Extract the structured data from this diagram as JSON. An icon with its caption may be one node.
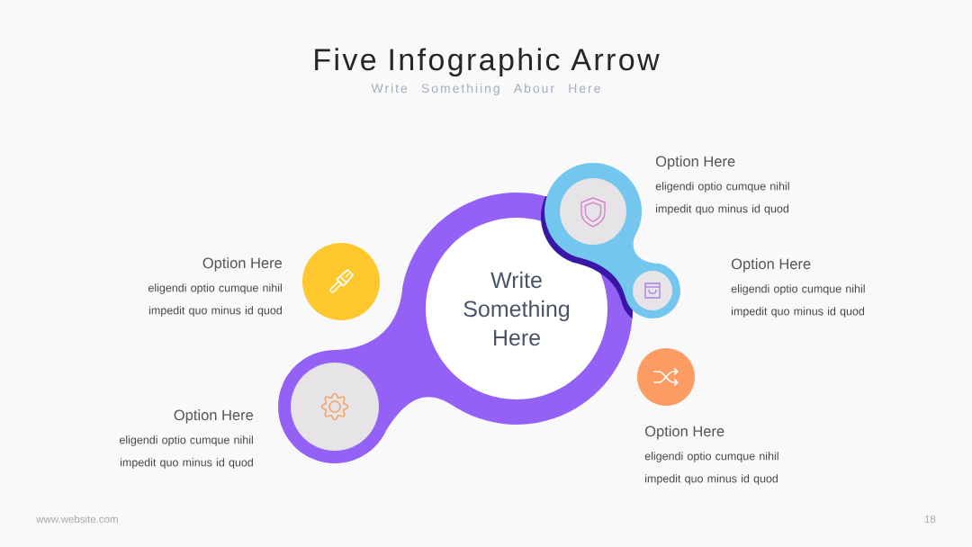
{
  "diagram": {
    "title": "Five Infographic Arrow",
    "nodes": [
      {
        "text": [
          "Write Something Here"
        ]
      },
      {
        "text": [],
        "shape": "circle",
        "beside": [
          "Option Here",
          "eligendi optio cumque nihil impedit quo minus id quod"
        ]
      },
      {
        "text": [],
        "shape": "circle",
        "beside": [
          "Option Here",
          "eligendi optio cumque nihil impedit quo minus id quod"
        ]
      },
      {
        "text": [],
        "shape": "circle",
        "beside": [
          "Option Here",
          "eligendi optio cumque nihil impedit quo minus id quod"
        ]
      },
      {
        "text": [],
        "shape": "circle",
        "beside": [
          "Option Here",
          "eligendi optio cumque nihil impedit quo minus id quod"
        ]
      },
      {
        "text": [],
        "shape": "circle",
        "beside": [
          "Option Here",
          "eligendi optio cumque nihil impedit quo minus id quod"
        ]
      }
    ],
    "labels": [
      "Write Somethiing Abour Here",
      "www.website.com",
      "18"
    ]
  }
}
